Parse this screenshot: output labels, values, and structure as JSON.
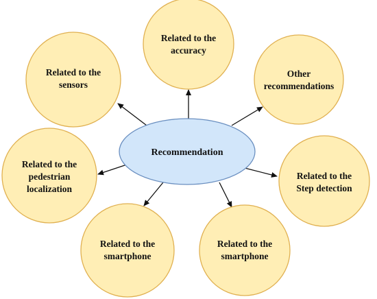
{
  "center": {
    "label": "Recommendation"
  },
  "nodes": {
    "accuracy": {
      "line1": "Related to the",
      "line2": "accuracy"
    },
    "other": {
      "line1": "Other",
      "line2": "recommendations"
    },
    "sensors": {
      "line1": "Related to the",
      "line2": "sensors"
    },
    "step": {
      "line1": "Related to the",
      "line2": "Step detection"
    },
    "pedestrian": {
      "line1": "Related to the",
      "line2": "pedestrian",
      "line3": "localization"
    },
    "smartphone_left": {
      "line1": "Related to the",
      "line2": "smartphone"
    },
    "smartphone_right": {
      "line1": "Related to the",
      "line2": "smartphone"
    }
  },
  "colors": {
    "node_fill": "#ffeeb5",
    "node_stroke": "#e0b050",
    "center_fill": "#d2e6fa",
    "center_stroke": "#6a8fc0",
    "arrow": "#111111"
  }
}
